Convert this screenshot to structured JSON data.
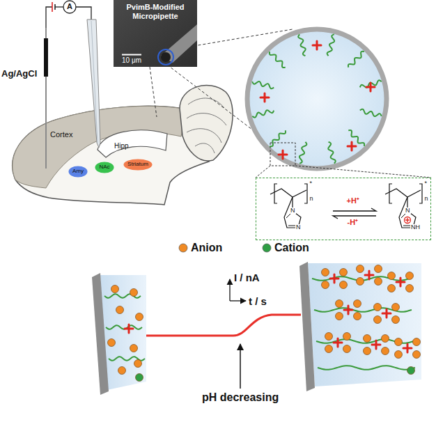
{
  "diagram": {
    "nodes": [
      {
        "text": [
          "PvimB-Modified Micropipette",
          "10 μm"
        ]
      },
      {
        "text": [
          "Cortex"
        ]
      },
      {
        "text": [
          "Hipp"
        ]
      },
      {
        "text": [
          "Amy"
        ]
      },
      {
        "text": [
          "NAc"
        ]
      },
      {
        "text": [
          "Striatum"
        ]
      },
      {
        "text": [
          "*",
          "n",
          "N",
          "N",
          "+H⁺",
          "-H⁺",
          "*",
          "n",
          "N",
          "NH"
        ]
      }
    ],
    "labels": [
      "Ag/AgCl",
      "A",
      "I / nA",
      "t / s",
      "pH decreasing"
    ],
    "legend": [
      {
        "text": "Anion",
        "color": "#f08a24"
      },
      {
        "text": "Cation",
        "color": "#2f9e44"
      }
    ]
  }
}
